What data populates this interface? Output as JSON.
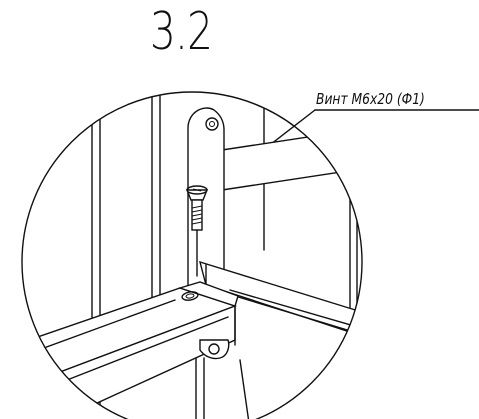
{
  "step": {
    "number": "3.2"
  },
  "callout": {
    "label": "Винт М6х20 (Ф1)"
  },
  "icons": [
    "screw-icon",
    "magnifier-circle"
  ]
}
